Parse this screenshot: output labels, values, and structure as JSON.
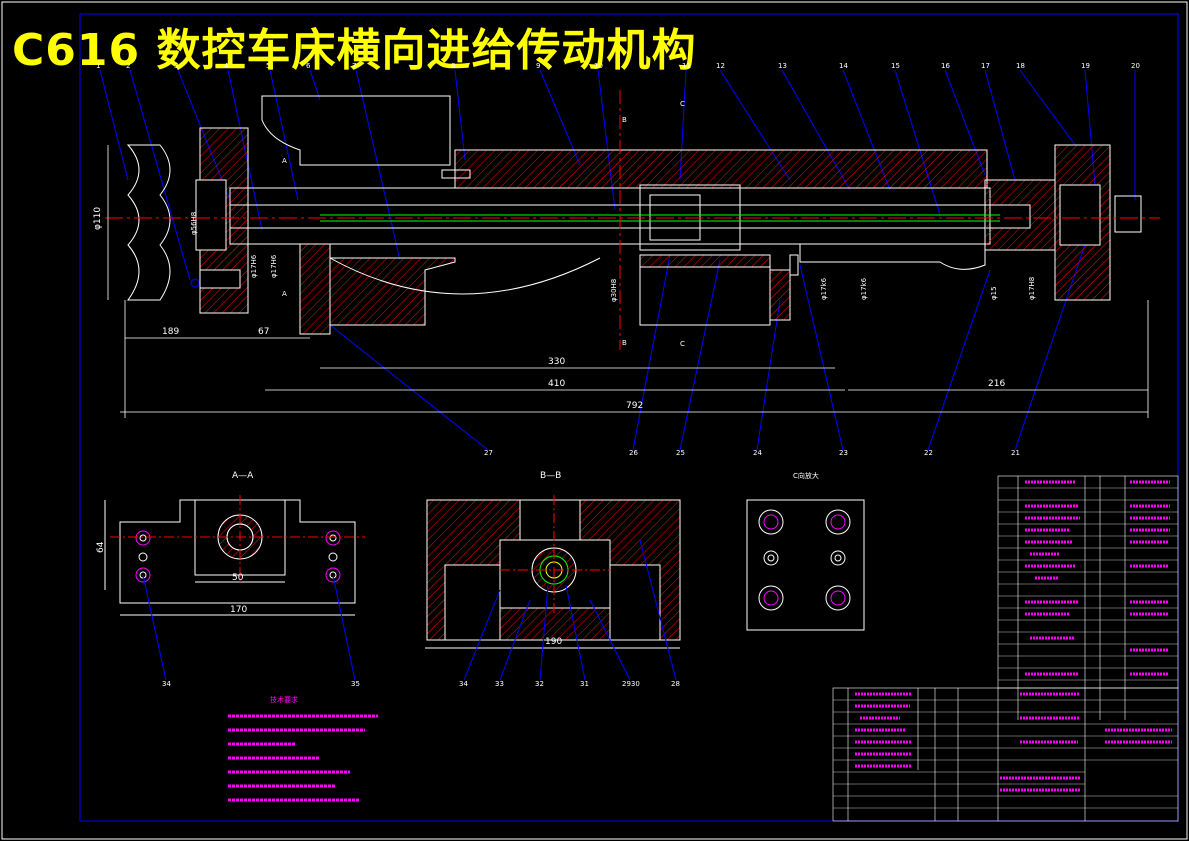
{
  "title": "C616 数控车床横向进给传动机构",
  "colors": {
    "background": "#000000",
    "outline": "#ffffff",
    "centerline": "#ff0000",
    "leader": "#0000ff",
    "hatch": "#ff0000",
    "axis": "#00ff00",
    "title": "#ffff00",
    "table_text": "#ff00ff"
  },
  "balloons": [
    "1",
    "2",
    "3",
    "4",
    "5",
    "6",
    "7",
    "8",
    "9",
    "10",
    "11",
    "12",
    "13",
    "14",
    "15",
    "16",
    "17",
    "18",
    "19",
    "20"
  ],
  "balloons_bottom": [
    "27",
    "26",
    "25",
    "24",
    "23",
    "22",
    "21"
  ],
  "dimensions": {
    "d189": "189",
    "d67": "67",
    "d330": "330",
    "d410": "410",
    "d792": "792",
    "d216": "216",
    "phi110": "φ110",
    "d50": "50",
    "d170": "170",
    "d64": "64",
    "d190": "190",
    "v1": "φ56H8",
    "v2": "φ17H6",
    "v3": "φ17H6",
    "v4": "φ30H8",
    "v5": "φ17k6",
    "v6": "φ17k6",
    "v7": "φ15",
    "v8": "φ17H8"
  },
  "sections": {
    "aa": "A—A",
    "bb": "B—B",
    "c": "C向放大",
    "b_top": "B",
    "b_bot": "B",
    "a_top": "A",
    "a_bot": "A",
    "c_top": "C",
    "c_bot": "C"
  },
  "section_balloons": {
    "s34": "34",
    "s35": "35",
    "s36": "34",
    "s33": "33",
    "s32": "32",
    "s31": "31",
    "s2930": "2930",
    "s28": "28"
  },
  "notes_title": "技术要求"
}
